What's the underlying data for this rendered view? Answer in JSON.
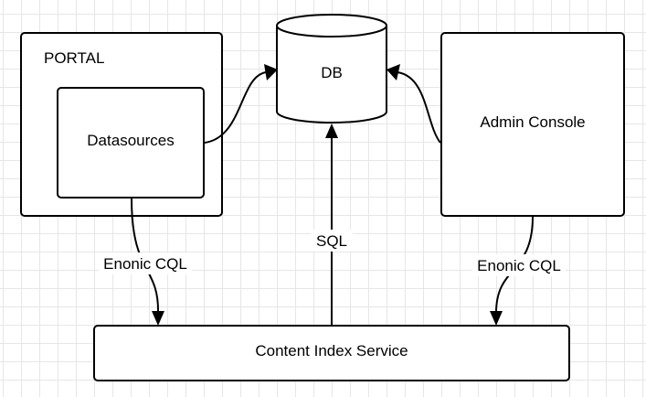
{
  "nodes": {
    "portal": {
      "label": "PORTAL"
    },
    "datasources": {
      "label": "Datasources"
    },
    "db": {
      "label": "DB"
    },
    "admin_console": {
      "label": "Admin Console"
    },
    "content_index_service": {
      "label": "Content Index Service"
    }
  },
  "edges": [
    {
      "from": "datasources",
      "to": "db",
      "label": ""
    },
    {
      "from": "admin_console",
      "to": "db",
      "label": ""
    },
    {
      "from": "content_index_service",
      "to": "db",
      "label": "SQL"
    },
    {
      "from": "datasources",
      "to": "content_index_service",
      "label": "Enonic CQL"
    },
    {
      "from": "admin_console",
      "to": "content_index_service",
      "label": "Enonic CQL"
    }
  ],
  "colors": {
    "stroke": "#000000",
    "fill": "#ffffff",
    "grid": "#e6e6e6"
  }
}
